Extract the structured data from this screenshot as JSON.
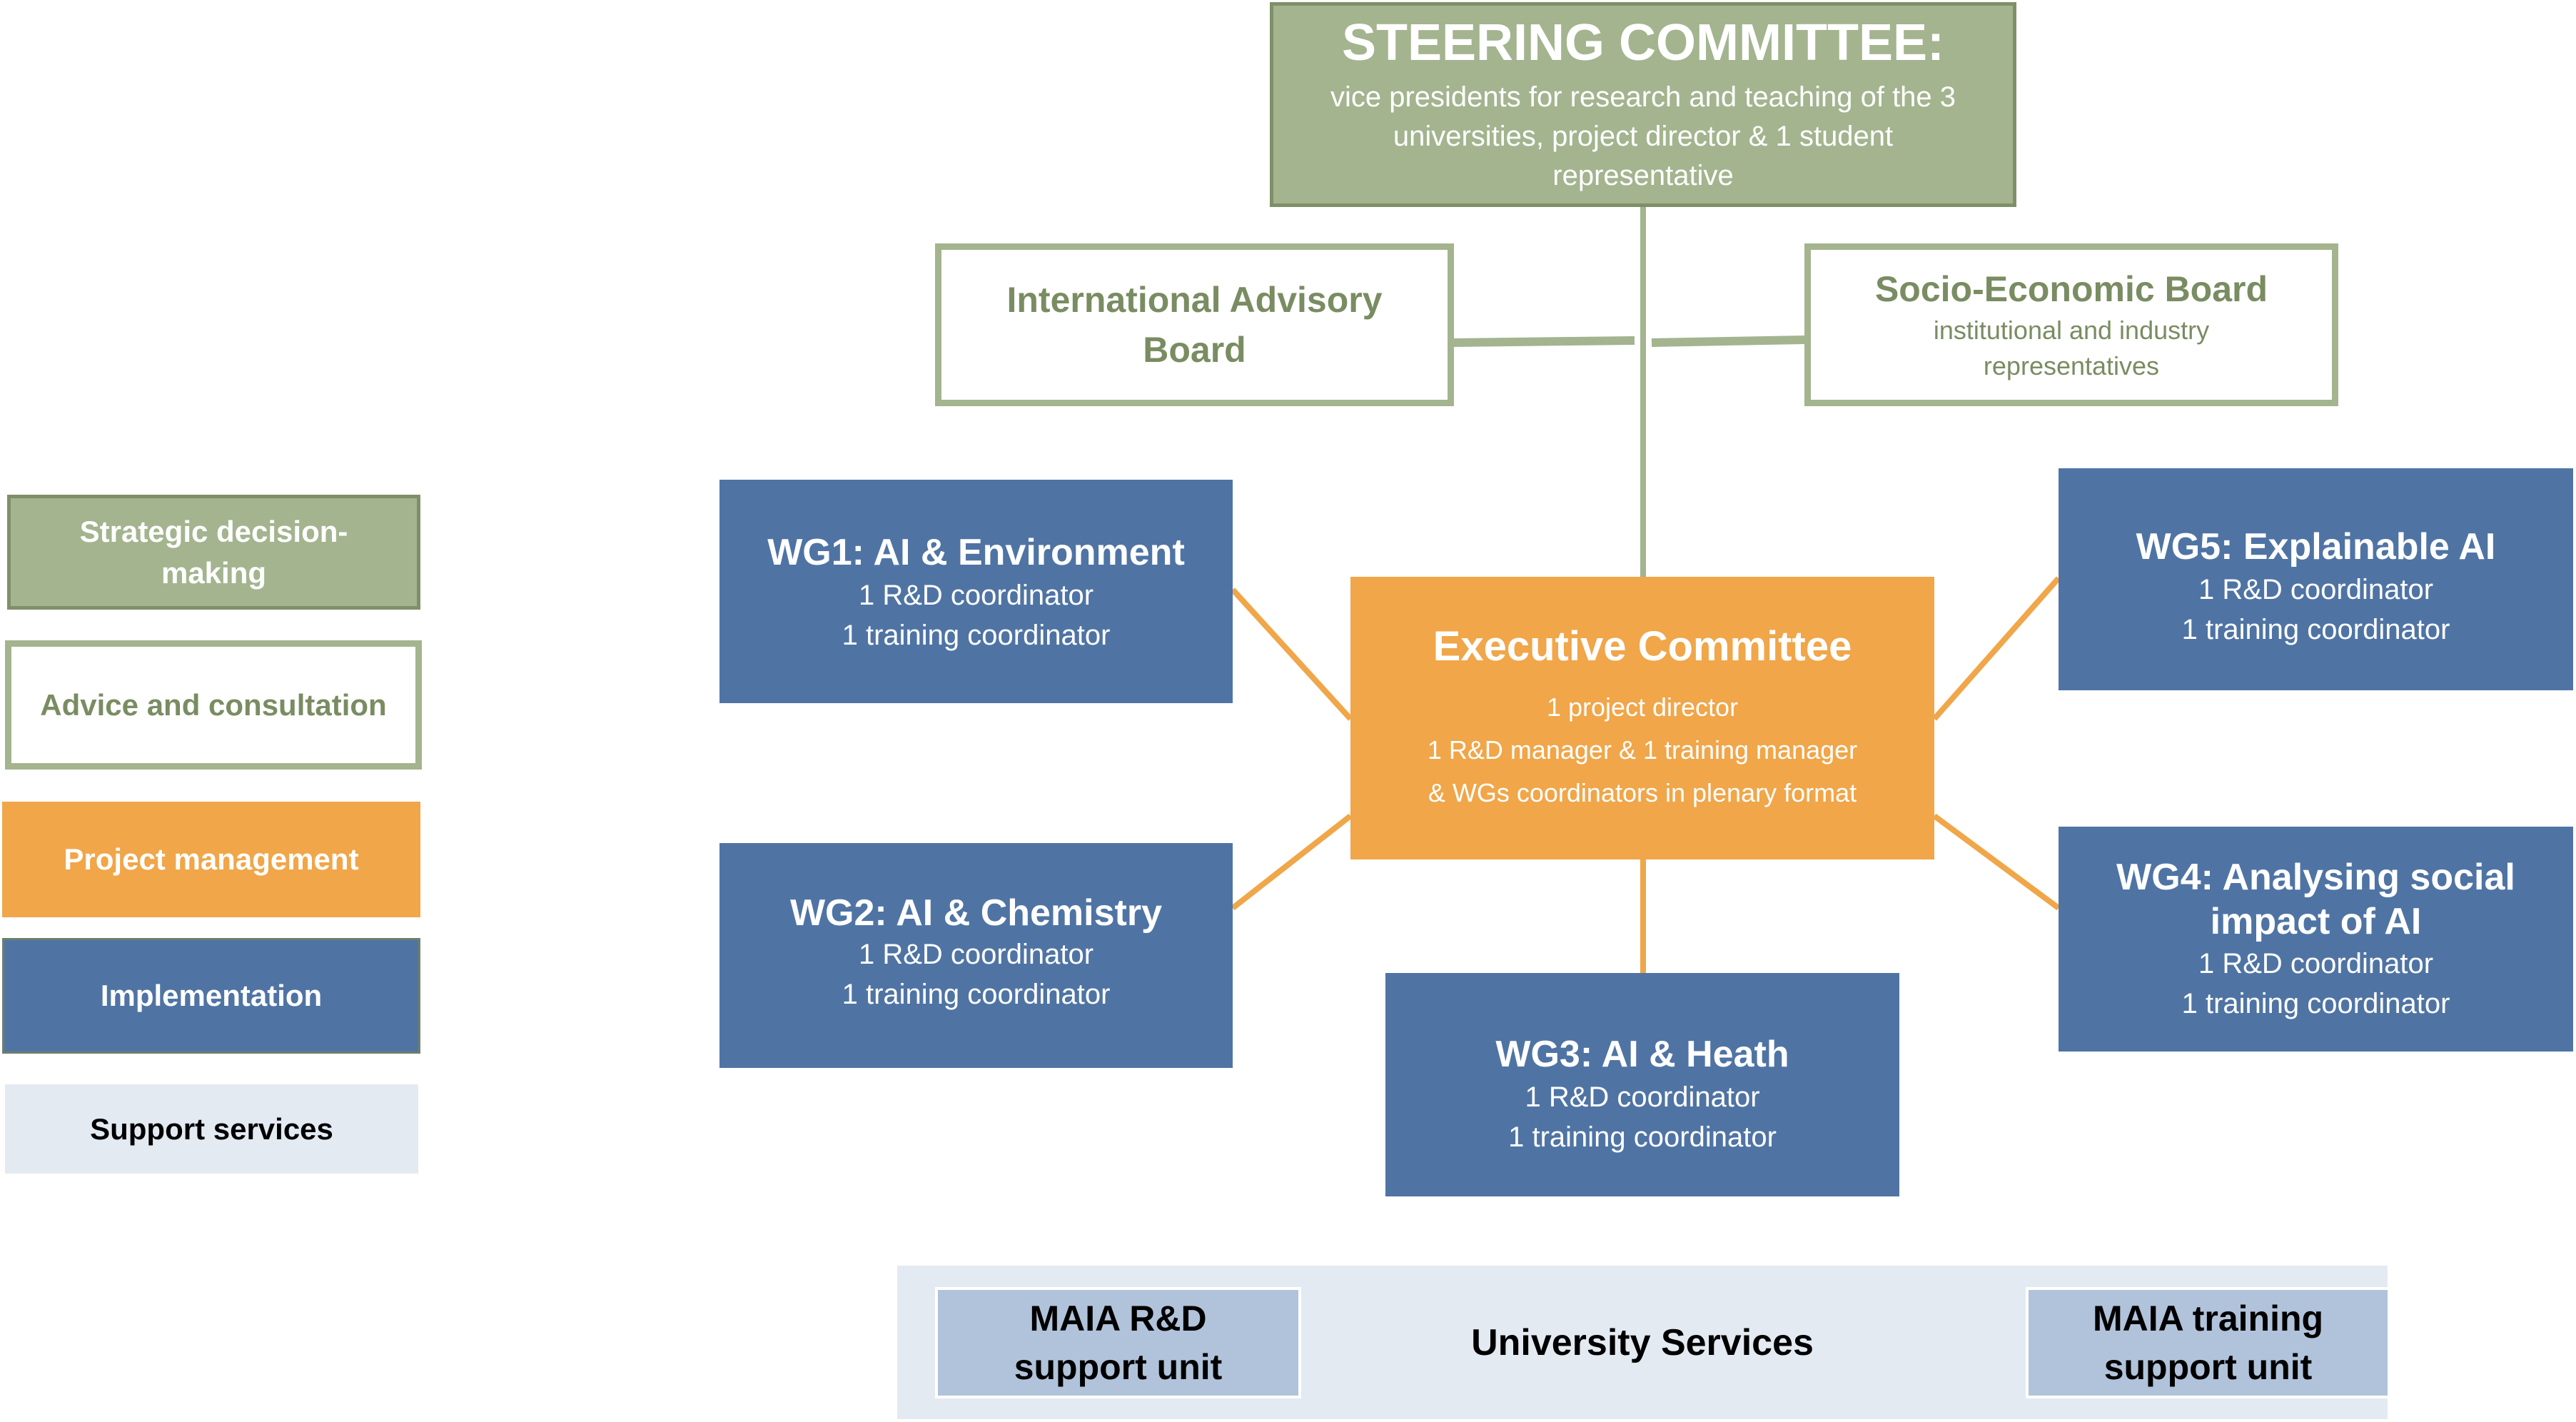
{
  "steering_committee": {
    "title": "STEERING COMMITTEE:",
    "lines": [
      "vice presidents for research and teaching of the 3",
      "universities, project director & 1 student",
      "representative"
    ]
  },
  "international_advisory_board": {
    "title_lines": [
      "International Advisory",
      "Board"
    ]
  },
  "socio_economic_board": {
    "title": "Socio-Economic Board",
    "lines": [
      "institutional and industry",
      "representatives"
    ]
  },
  "executive_committee": {
    "title": "Executive Committee",
    "lines": [
      "1 project director",
      "1 R&D manager & 1 training manager",
      "& WGs coordinators in plenary format"
    ]
  },
  "working_groups": [
    {
      "title_lines": [
        "WG1:  AI & Environment"
      ],
      "lines": [
        "1 R&D coordinator",
        "1 training coordinator"
      ]
    },
    {
      "title_lines": [
        "WG2: AI & Chemistry"
      ],
      "lines": [
        "1 R&D coordinator",
        "1 training coordinator"
      ]
    },
    {
      "title_lines": [
        "WG3: AI & Heath"
      ],
      "lines": [
        "1 R&D coordinator",
        "1 training coordinator"
      ]
    },
    {
      "title_lines": [
        "WG4: Analysing social",
        "impact of AI"
      ],
      "lines": [
        "1 R&D coordinator",
        "1 training coordinator"
      ]
    },
    {
      "title_lines": [
        "WG5: Explainable AI"
      ],
      "lines": [
        "1 R&D coordinator",
        "1 training coordinator"
      ]
    }
  ],
  "support": {
    "center_label": "University Services",
    "left_unit_lines": [
      "MAIA R&D",
      "support unit"
    ],
    "right_unit_lines": [
      "MAIA training",
      "support unit"
    ]
  },
  "legend": [
    {
      "lines": [
        "Strategic decision-",
        "making"
      ],
      "color": "#a3b48f"
    },
    {
      "lines": [
        "Advice and consultation"
      ],
      "color": "#ffffff"
    },
    {
      "lines": [
        "Project management"
      ],
      "color": "#f0a649"
    },
    {
      "lines": [
        "Implementation"
      ],
      "color": "#4f74a4"
    },
    {
      "lines": [
        "Support services"
      ],
      "color": "#e4eaf2"
    }
  ],
  "colors": {
    "strategic": "#a3b48f",
    "advice_border": "#a3b48f",
    "project_management": "#f0a649",
    "implementation": "#4f74a4",
    "support": "#e4eaf2",
    "support_unit": "#b1c3da"
  }
}
